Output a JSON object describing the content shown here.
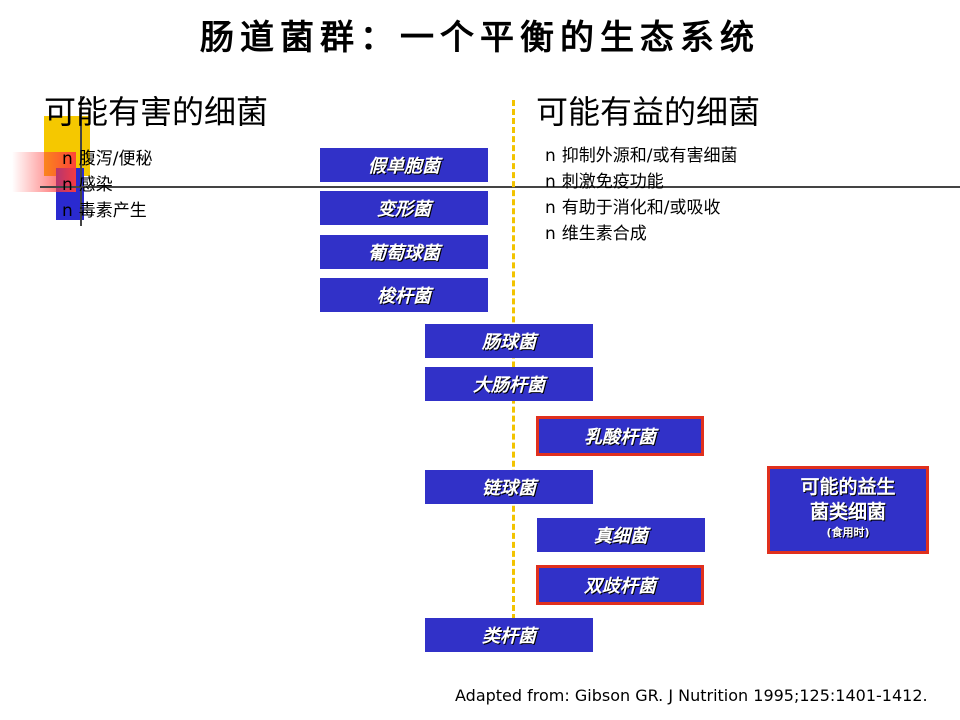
{
  "title": "肠道菌群：一个平衡的生态系统",
  "left_heading": "可能有害的细菌",
  "right_heading": "可能有益的细菌",
  "bullet_marker": "n",
  "harmful_effects": [
    "腹泻/便秘",
    "感染",
    "毒素产生"
  ],
  "beneficial_effects": [
    "抑制外源和/或有害细菌",
    "刺激免疫功能",
    "有助于消化和/或吸收",
    "维生素合成"
  ],
  "bacteria": [
    {
      "name": "假单胞菌",
      "outlined": false
    },
    {
      "name": "变形菌",
      "outlined": false
    },
    {
      "name": "葡萄球菌",
      "outlined": false
    },
    {
      "name": "梭杆菌",
      "outlined": false
    },
    {
      "name": "肠球菌",
      "outlined": false
    },
    {
      "name": "大肠杆菌",
      "outlined": false
    },
    {
      "name": "乳酸杆菌",
      "outlined": true
    },
    {
      "name": "链球菌",
      "outlined": false
    },
    {
      "name": "真细菌",
      "outlined": false
    },
    {
      "name": "双歧杆菌",
      "outlined": true
    },
    {
      "name": "类杆菌",
      "outlined": false
    }
  ],
  "probiotic_box": {
    "line1": "可能的益生",
    "line2": "菌类细菌",
    "note": "(食用时)"
  },
  "citation": "Adapted from: Gibson GR. J Nutrition 1995;125:1401-1412.",
  "colors": {
    "box_fill": "#3131c8",
    "box_outline": "#e0301e",
    "divider": "#f2c300"
  }
}
